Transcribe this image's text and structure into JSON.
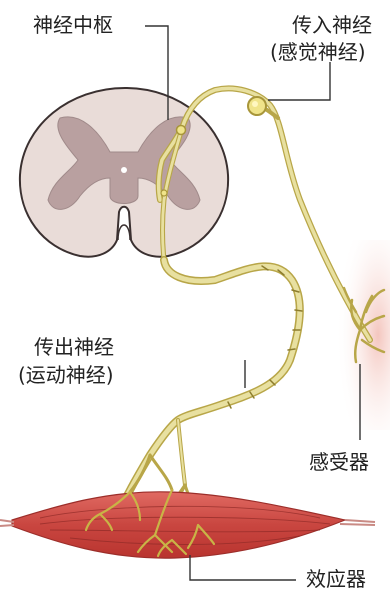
{
  "labels": {
    "center": "神经中枢",
    "afferent": "传入神经",
    "afferent_alt": "(感觉神经)",
    "efferent": "传出神经",
    "efferent_alt": "(运动神经)",
    "receptor": "感受器",
    "effector": "效应器"
  },
  "colors": {
    "nerve_fill": "#e8e0a0",
    "nerve_stroke": "#b8a648",
    "gray_matter": "#b9a0a0",
    "white_matter": "#e9dcd8",
    "spinal_outline": "#3a3030",
    "muscle": "#d9534f",
    "muscle_dark": "#b83a36",
    "receptor_glow": "#f6d2cc",
    "leader_line": "#333333"
  }
}
